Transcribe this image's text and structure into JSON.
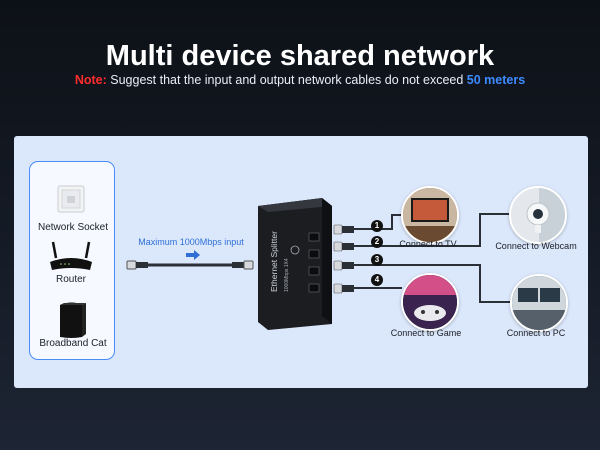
{
  "header": {
    "title": "Multi device shared network",
    "note_label": "Note:",
    "note_text": " Suggest that the input and output network cables do not exceed ",
    "note_distance": "50 meters"
  },
  "sources": {
    "items": [
      {
        "label": "Network Socket",
        "icon": "network-socket-icon"
      },
      {
        "label": "Router",
        "icon": "router-icon"
      },
      {
        "label": "Broadband Cat",
        "icon": "broadband-cat-icon"
      }
    ]
  },
  "input": {
    "label": "Maximum 1000Mbps input"
  },
  "splitter": {
    "name": "Ethernet Splitter",
    "spec": "1000Mbps 1X4"
  },
  "outputs": [
    {
      "number": "1",
      "label": "Connect to TV"
    },
    {
      "number": "2",
      "label": "Connect to Webcam"
    },
    {
      "number": "3",
      "label": "Connect to PC"
    },
    {
      "number": "4",
      "label": "Connect to Game"
    }
  ],
  "colors": {
    "accent_blue": "#3d8bff",
    "note_red": "#ff2d2d",
    "panel": "#dbe7fb",
    "cable": "#2b2f36"
  }
}
